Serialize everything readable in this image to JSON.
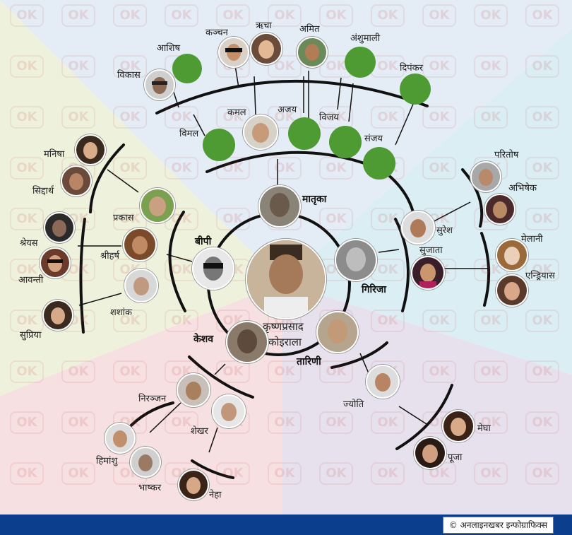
{
  "root": {
    "line1": "कृष्णप्रसाद",
    "line2": "कोइराला"
  },
  "children": {
    "matrika": "मातृका",
    "girija": "गिरिजा",
    "tarini": "तारिणी",
    "keshav": "केशव",
    "bp": "बीपी"
  },
  "matrika_branch": {
    "ashish": "आशिष",
    "kanchan": "कञ्चन",
    "richa": "ऋचा",
    "amit": "अमित",
    "anshumali": "अंशुमाली",
    "dipankar": "दिपंकर",
    "vikas": "विकास",
    "vimal": "विमल",
    "kamal": "कमल",
    "ajay": "अजय",
    "vijay": "विजय",
    "sanjay": "संजय"
  },
  "girija_branch": {
    "paritosh": "परितोष",
    "abhishek": "अभिषेक",
    "suresh": "सुरेश",
    "sujata": "सुजाता",
    "melani": "मेलानी",
    "andriyas": "एन्ड्रियास"
  },
  "tarini_branch": {
    "jyoti": "ज्योति",
    "megha": "मेघा",
    "puja": "पूजा"
  },
  "keshav_branch": {
    "niranjan": "निरञ्जन",
    "shekhar": "शेखर",
    "himanshu": "हिमांशु",
    "bhaskar": "भाष्कर",
    "neha": "नेहा"
  },
  "bp_branch": {
    "manisha": "मनिषा",
    "siddhartha": "सिद्दार्थ",
    "prakash": "प्रकास",
    "shreyas": "श्रेयस",
    "shriharsha": "श्रीहर्ष",
    "avanti": "आवन्ती",
    "shashank": "शशांक",
    "supriya": "सुप्रिया"
  },
  "footer": {
    "copyright": "©",
    "credit": "अनलाइनखबर इन्फोग्राफिक्स"
  },
  "watermark": "OK",
  "colors": {
    "green_node": "#4e9a33",
    "footer_bar": "#0c3e8e",
    "tree_line": "#111111"
  }
}
